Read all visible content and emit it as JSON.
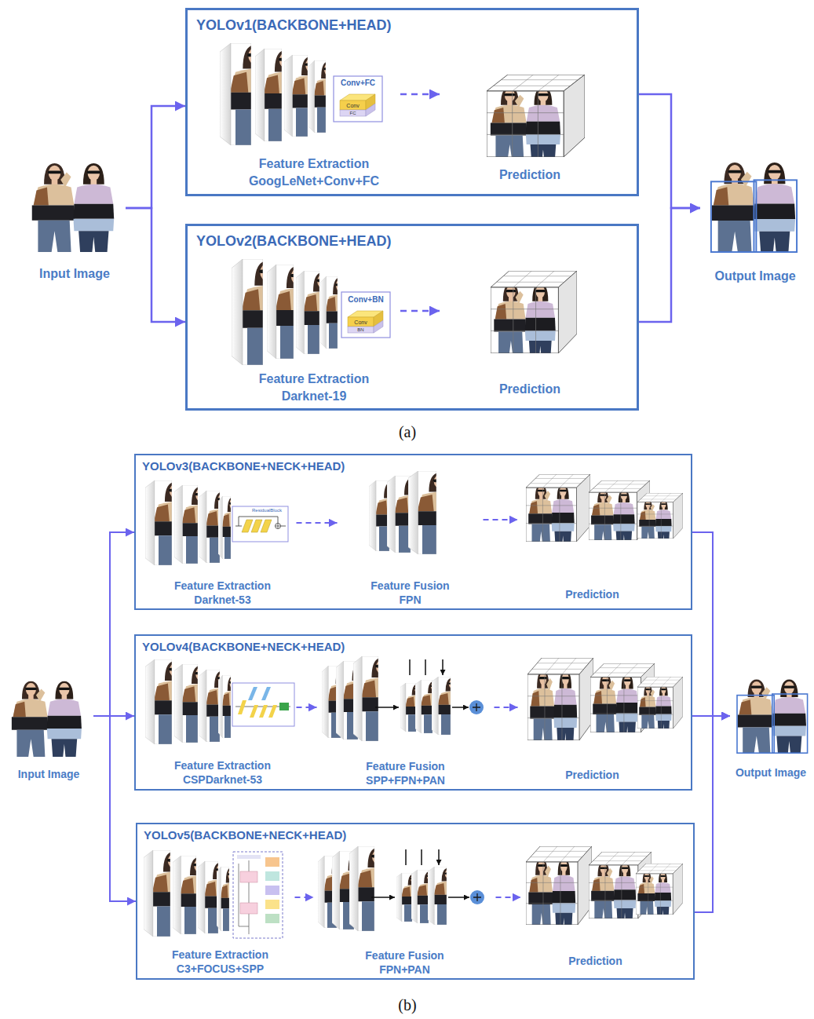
{
  "diagram": {
    "nodes": [
      {
        "text": [
          "Input Image"
        ]
      },
      {
        "text": [
          "YOLOv1(BACKBONE+HEAD)"
        ]
      },
      {
        "text": [
          "Feature Extraction",
          "GoogLeNet+Conv+FC"
        ],
        "in": 1
      },
      {
        "text": [
          "Prediction"
        ],
        "in": 1
      },
      {
        "text": [
          "YOLOv2(BACKBONE+HEAD)"
        ]
      },
      {
        "text": [
          "Feature Extraction",
          "Darknet-19"
        ],
        "in": 4
      },
      {
        "text": [
          "Prediction"
        ],
        "in": 4
      },
      {
        "text": [
          "Output Image"
        ]
      },
      {
        "text": [
          "Input Image"
        ]
      },
      {
        "text": [
          "YOLOv3(BACKBONE+NECK+HEAD)"
        ]
      },
      {
        "text": [
          "Feature Extraction",
          "Darknet-53"
        ],
        "in": 9
      },
      {
        "text": [
          "Feature Fusion",
          "FPN"
        ],
        "in": 9
      },
      {
        "text": [
          "Prediction"
        ],
        "in": 9
      },
      {
        "text": [
          "YOLOv4(BACKBONE+NECK+HEAD)"
        ]
      },
      {
        "text": [
          "Feature Extraction",
          "CSPDarknet-53"
        ],
        "in": 13
      },
      {
        "text": [
          "Feature Fusion",
          "SPP+FPN+PAN"
        ],
        "in": 13
      },
      {
        "text": [
          "Prediction"
        ],
        "in": 13
      },
      {
        "text": [
          "YOLOv5(BACKBONE+NECK+HEAD)"
        ]
      },
      {
        "text": [
          "Feature Extraction",
          "C3+FOCUS+SPP"
        ],
        "in": 17
      },
      {
        "text": [
          "Feature Fusion",
          "FPN+PAN"
        ],
        "in": 17
      },
      {
        "text": [
          "Prediction"
        ],
        "in": 17
      },
      {
        "text": [
          "Output Image"
        ]
      }
    ],
    "edges": [
      {
        "from": 0,
        "to": 1,
        "arrow": "to"
      },
      {
        "from": 0,
        "to": 4,
        "arrow": "to"
      },
      {
        "from": 1,
        "to": 7,
        "arrow": "to"
      },
      {
        "from": 4,
        "to": 7,
        "arrow": "to"
      },
      {
        "from": 2,
        "to": 3,
        "arrow": "to"
      },
      {
        "from": 5,
        "to": 6,
        "arrow": "to"
      },
      {
        "from": 8,
        "to": 9,
        "arrow": "to"
      },
      {
        "from": 8,
        "to": 13,
        "arrow": "to"
      },
      {
        "from": 8,
        "to": 17,
        "arrow": "to"
      },
      {
        "from": 9,
        "to": 21,
        "arrow": "to"
      },
      {
        "from": 13,
        "to": 21,
        "arrow": "to"
      },
      {
        "from": 17,
        "to": 21,
        "arrow": "to"
      },
      {
        "from": 10,
        "to": 11,
        "arrow": "to"
      },
      {
        "from": 11,
        "to": 12,
        "arrow": "to"
      },
      {
        "from": 14,
        "to": 15,
        "arrow": "to"
      },
      {
        "from": 15,
        "to": 16,
        "arrow": "to"
      },
      {
        "from": 18,
        "to": 19,
        "arrow": "to"
      },
      {
        "from": 19,
        "to": 20,
        "arrow": "to"
      }
    ],
    "labels": [
      "Conv+FC",
      "Conv",
      "FC",
      "Conv+BN",
      "Conv",
      "BN",
      "ResidualBlock",
      "(a)",
      "(b)"
    ]
  }
}
